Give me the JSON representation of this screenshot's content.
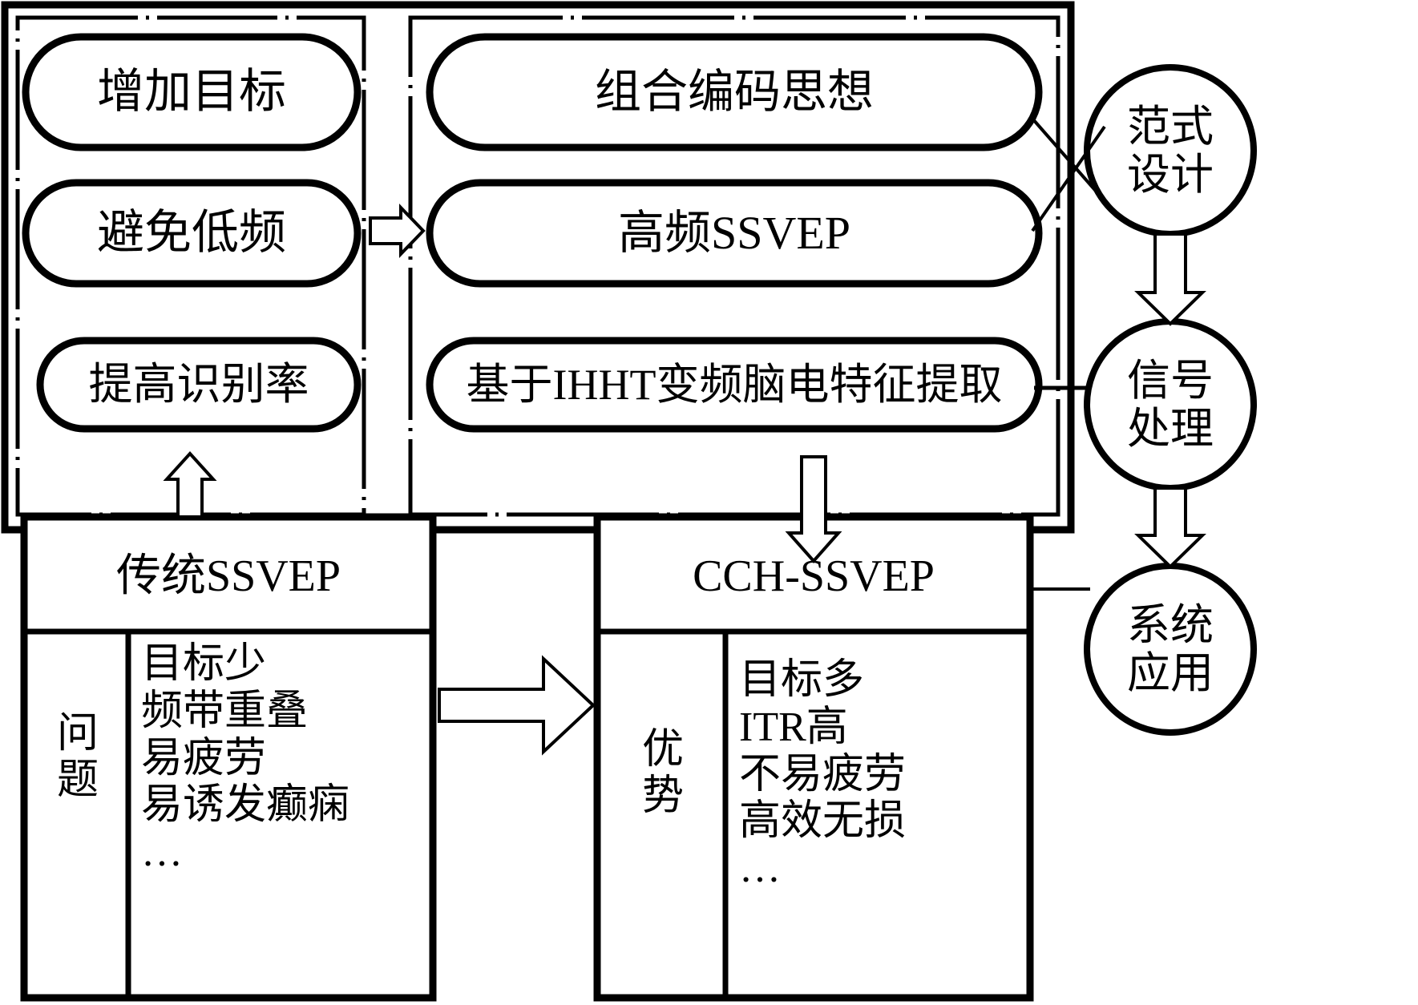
{
  "diagram": {
    "title": "CCH-SSVEP research framework diagram",
    "colors": {
      "stroke": "#000000",
      "fill": "#ffffff",
      "text": "#000000"
    }
  },
  "goals_panel": {
    "name": "goals-panel",
    "items": [
      {
        "label": "增加目标"
      },
      {
        "label": "避免低频"
      },
      {
        "label": "提高识别率"
      }
    ]
  },
  "methods_panel": {
    "name": "methods-panel",
    "items": [
      {
        "label": "组合编码思想"
      },
      {
        "label": "高频SSVEP"
      },
      {
        "label": "基于IHHT变频脑电特征提取"
      }
    ]
  },
  "stages": [
    {
      "label": "范式\n设计"
    },
    {
      "label": "信号\n处理"
    },
    {
      "label": "系统\n应用"
    }
  ],
  "traditional": {
    "title": "传统SSVEP",
    "category": "问\n题",
    "items": [
      "目标少",
      "频带重叠",
      "易疲劳",
      "易诱发癫痫",
      "…"
    ]
  },
  "proposed": {
    "title": "CCH-SSVEP",
    "category": "优\n势",
    "items": [
      "目标多",
      "ITR高",
      "不易疲劳",
      "高效无损",
      "…"
    ]
  },
  "connectors": {
    "goals_to_methods": "arrow-right",
    "traditional_to_panel": "arrow-up",
    "panel_to_proposed": "arrow-down",
    "traditional_to_proposed": "arrow-right",
    "paradigm_to_signal": "arrow-down",
    "signal_to_system": "arrow-down"
  }
}
